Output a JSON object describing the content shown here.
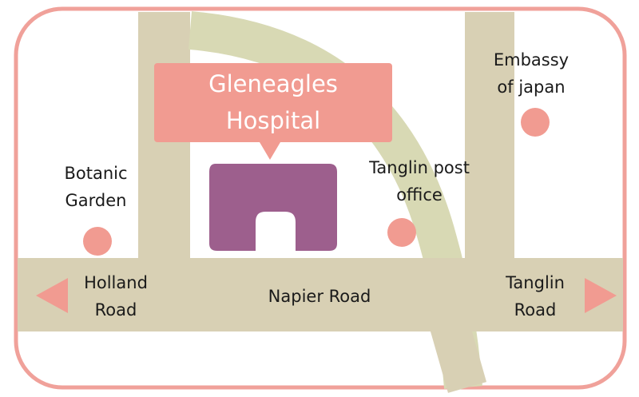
{
  "title": "Gleneagles\nHospital",
  "colors": {
    "border": "#f0a19a",
    "road": "#d8d0b4",
    "curved_road": "#d8d9b4",
    "callout": "#f19b91",
    "hospital": "#9d5f8d",
    "marker": "#f19b91",
    "arrow": "#f19b91"
  },
  "landmarks": {
    "botanic_garden": "Botanic\nGarden",
    "tanglin_post_office": "Tanglin post\noffice",
    "embassy_of_japan": "Embassy\nof japan"
  },
  "roads": {
    "holland_road": "Holland\nRoad",
    "napier_road": "Napier Road",
    "tanglin_road": "Tanglin\nRoad"
  },
  "icons": {
    "hospital": "hospital-building-icon",
    "marker": "location-dot-icon",
    "left_arrow": "arrow-left-icon",
    "right_arrow": "arrow-right-icon"
  }
}
